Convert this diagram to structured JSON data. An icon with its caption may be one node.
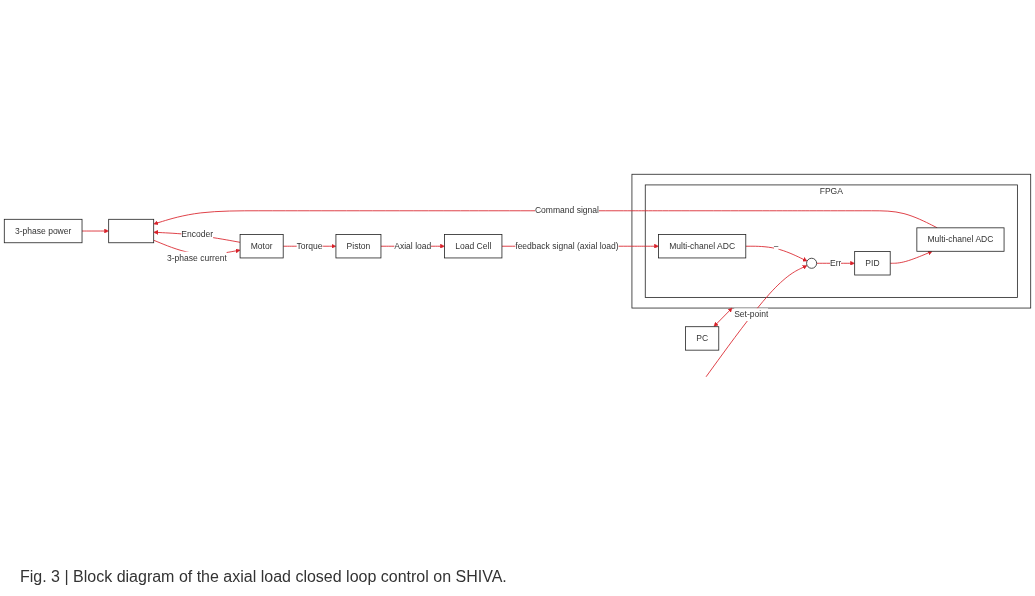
{
  "diagram": {
    "caption": "Fig. 3 | Block diagram of the axial load closed loop control on SHIVA.",
    "nodes": [
      {
        "text": [
          "3-phase power"
        ]
      },
      {
        "text": [],
        "shape": "box"
      },
      {
        "text": [
          "Motor"
        ]
      },
      {
        "text": [
          "Piston"
        ]
      },
      {
        "text": [
          "Load Cell"
        ]
      },
      {
        "text": [
          "PC"
        ]
      },
      {
        "text": [],
        "shape": "box"
      },
      {
        "text": [
          "FPGA"
        ],
        "in": 6
      },
      {
        "text": [],
        "shape": "circle",
        "in": 7
      },
      {
        "text": [
          "PID"
        ],
        "in": 7
      },
      {
        "text": [
          "Multi-chanel ADC"
        ],
        "in": 7
      },
      {
        "text": [
          "Multi-chanel ADC"
        ],
        "in": 7
      }
    ],
    "edges": [
      {
        "from": 0,
        "to": 1,
        "arrow": "to"
      },
      {
        "from": 1,
        "to": 2,
        "arrow": "to",
        "label": "3-phase current"
      },
      {
        "from": 2,
        "to": 1,
        "arrow": "to",
        "label": "Encoder"
      },
      {
        "from": 2,
        "to": 3,
        "arrow": "to",
        "label": "Torque"
      },
      {
        "from": 3,
        "to": 4,
        "arrow": "to",
        "label": "Axial load"
      },
      {
        "from": 10,
        "to": 1,
        "arrow": "to",
        "label": "Command signal"
      },
      {
        "from": 4,
        "to": 11,
        "arrow": "to",
        "label": "feedback signal (axial load)"
      },
      {
        "from": 5,
        "to": 6,
        "arrow": "both"
      },
      {
        "from": null,
        "to": 8,
        "arrow": "to",
        "label": "Set-point"
      },
      {
        "from": 8,
        "to": 9,
        "arrow": "to",
        "label": "Err"
      },
      {
        "from": 9,
        "to": 10,
        "arrow": "to"
      },
      {
        "from": 11,
        "to": 8,
        "arrow": "to",
        "label": "–"
      }
    ]
  }
}
